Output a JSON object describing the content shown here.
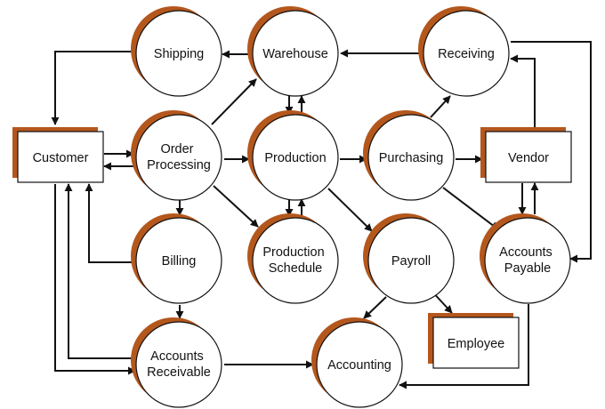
{
  "colors": {
    "shadow": "#b4571d",
    "stroke": "#111111",
    "fill": "#ffffff",
    "background": "#ffffff"
  },
  "processes": {
    "shipping": "Shipping",
    "warehouse": "Warehouse",
    "receiving": "Receiving",
    "order_processing": [
      "Order",
      "Processing"
    ],
    "production": "Production",
    "purchasing": "Purchasing",
    "billing": "Billing",
    "production_schedule": [
      "Production",
      "Schedule"
    ],
    "payroll": "Payroll",
    "accounts_payable": [
      "Accounts",
      "Payable"
    ],
    "accounts_receivable": [
      "Accounts",
      "Receivable"
    ],
    "accounting": "Accounting"
  },
  "entities": {
    "customer": "Customer",
    "vendor": "Vendor",
    "employee": "Employee"
  }
}
